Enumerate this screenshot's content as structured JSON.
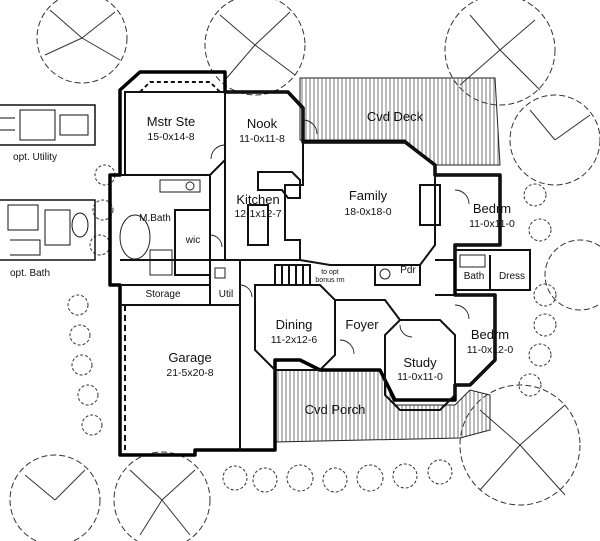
{
  "plan": {
    "rooms": [
      {
        "key": "mstr-ste",
        "name": "Mstr Ste",
        "dims": "15-0x14-8"
      },
      {
        "key": "nook",
        "name": "Nook",
        "dims": "11-0x11-8"
      },
      {
        "key": "cvd-deck",
        "name": "Cvd Deck",
        "dims": ""
      },
      {
        "key": "family",
        "name": "Family",
        "dims": "18-0x18-0"
      },
      {
        "key": "kitchen",
        "name": "Kitchen",
        "dims": "12-1x12-7"
      },
      {
        "key": "bedrm-1",
        "name": "Bedrm",
        "dims": "11-0x11-0"
      },
      {
        "key": "bedrm-2",
        "name": "Bedrm",
        "dims": "11-0x12-0"
      },
      {
        "key": "dining",
        "name": "Dining",
        "dims": "11-2x12-6"
      },
      {
        "key": "foyer",
        "name": "Foyer",
        "dims": ""
      },
      {
        "key": "study",
        "name": "Study",
        "dims": "11-0x11-0"
      },
      {
        "key": "garage",
        "name": "Garage",
        "dims": "21-5x20-8"
      },
      {
        "key": "cvd-porch",
        "name": "Cvd Porch",
        "dims": ""
      }
    ],
    "small_labels": {
      "m_bath": "M.Bath",
      "wic": "wic",
      "storage": "Storage",
      "util": "Util",
      "pdr": "Pdr",
      "bath": "Bath",
      "dress": "Dress",
      "opt_bonus_1": "to opt",
      "opt_bonus_2": "bonus rm"
    },
    "options": {
      "opt_utility": "opt. Utility",
      "opt_bath": "opt. Bath"
    }
  }
}
